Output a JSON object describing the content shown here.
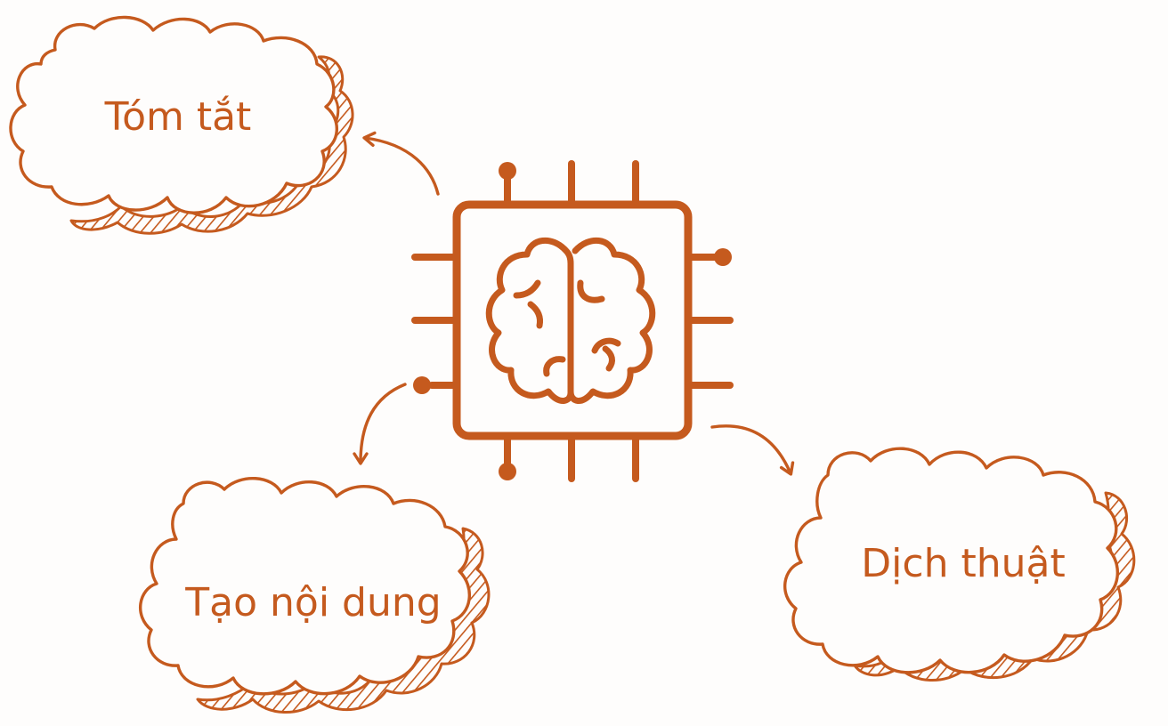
{
  "colors": {
    "ink": "#c55a1e",
    "background": "#fefdfc"
  },
  "center": {
    "icon": "ai-chip-brain-icon"
  },
  "nodes": [
    {
      "id": "summarize",
      "label": "Tóm tắt"
    },
    {
      "id": "content",
      "label": "Tạo nội dung"
    },
    {
      "id": "translate",
      "label": "Dịch thuật"
    }
  ]
}
